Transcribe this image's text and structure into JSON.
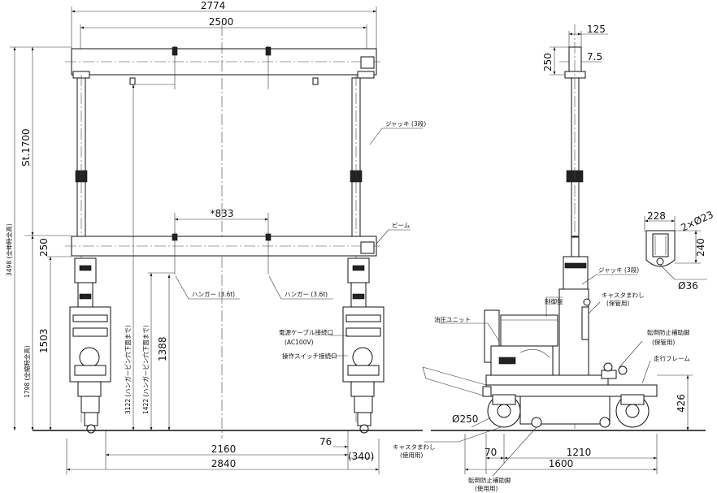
{
  "dimensions": {
    "top_width": "2774",
    "inner_width": "2500",
    "hanger_span": "*833",
    "bottom_inner": "2160",
    "bottom_outer": "2840",
    "foot_offset": "76",
    "foot_width": "(340)",
    "side_top": "125",
    "side_pin": "7.5",
    "side_height": "250",
    "side_bottom_1": "70",
    "side_bottom_2": "1210",
    "side_bottom_total": "1600",
    "bracket_width": "228",
    "bracket_hole": "2×Ø23",
    "bracket_height": "240",
    "bracket_pin": "Ø36",
    "wheel": "Ø250",
    "frame_height": "426",
    "beam_height": "250"
  },
  "vertical_dims": {
    "overall_max": "3498 (全伸時全高)",
    "stroke": "St.1700",
    "overall_retracted": "1798 (全縮時全高)",
    "column_height": "1503",
    "hanger_pin_max": "3122 (ハンガーピン穴下面まで)",
    "hanger_pin_min": "1422 (ハンガーピン穴下面まで)",
    "hanger_len": "1388"
  },
  "labels": {
    "jack_front": "ジャッキ (3段)",
    "beam": "ビーム",
    "hanger_left": "ハンガー (3.6t)",
    "hanger_right": "ハンガー (3.6t)",
    "power_cable_1": "電源ケーブル接続口",
    "power_cable_2": "(AC100V)",
    "switch": "操作スイッチ接続口",
    "control_panel": "制御盤",
    "hydraulic_unit": "油圧ユニット",
    "jack_side": "ジャッキ (3段)",
    "caster_handle_top_1": "キャスタまわし",
    "caster_handle_top_2": "(保管用)",
    "anti_tip_top_1": "転倒防止補助脚",
    "anti_tip_top_2": "(保管用)",
    "frame": "走行フレーム",
    "caster_handle_bottom_1": "キャスタまわし",
    "caster_handle_bottom_2": "(使用用)",
    "anti_tip_bottom_1": "転倒防止補助脚",
    "anti_tip_bottom_2": "(使用用)"
  }
}
